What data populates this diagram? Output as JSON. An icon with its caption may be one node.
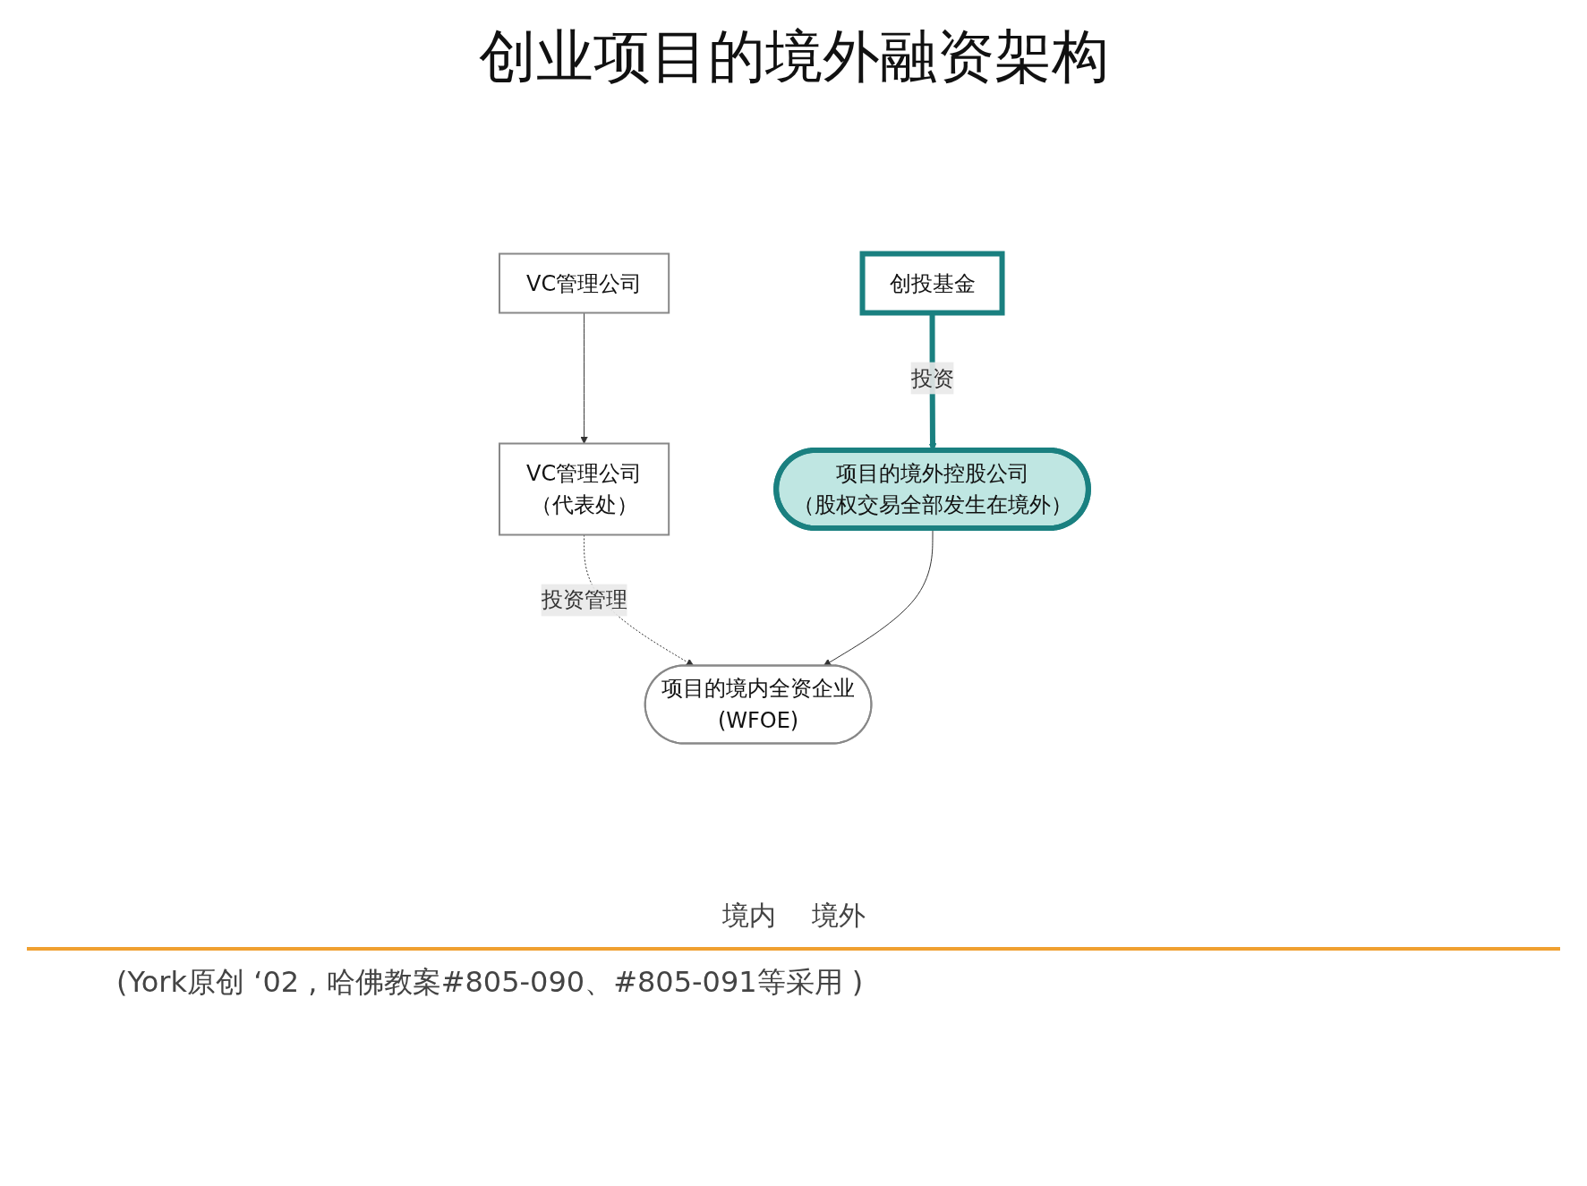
{
  "diagram": {
    "title": "创业项目的境外融资架构",
    "nodes": [
      {
        "text": [
          "VC管理公司",
          "（代表处）"
        ]
      },
      {
        "text": [
          "VC管理公司"
        ]
      },
      {
        "text": [
          "创投基金"
        ]
      },
      {
        "text": [
          "项目的境内全资企业",
          "(WFOE)"
        ]
      },
      {
        "text": [
          "项目的境外控股公司",
          "（股权交易全部发生在境外）"
        ]
      }
    ],
    "edges": [
      {
        "from": 1,
        "to": 0,
        "arrow": "to"
      },
      {
        "from": 0,
        "to": 3,
        "arrow": "to",
        "label": "投资管理",
        "style": "dashed"
      },
      {
        "from": 2,
        "to": 4,
        "arrow": "to",
        "label": "投资",
        "style": "thick",
        "color": "#1a8080"
      },
      {
        "from": 4,
        "to": 3,
        "arrow": "to"
      }
    ],
    "labels": [
      "境内",
      "境外",
      "(York原创 ‘02 , 哈佛教案#805-090、#805-091等采用 )"
    ]
  }
}
